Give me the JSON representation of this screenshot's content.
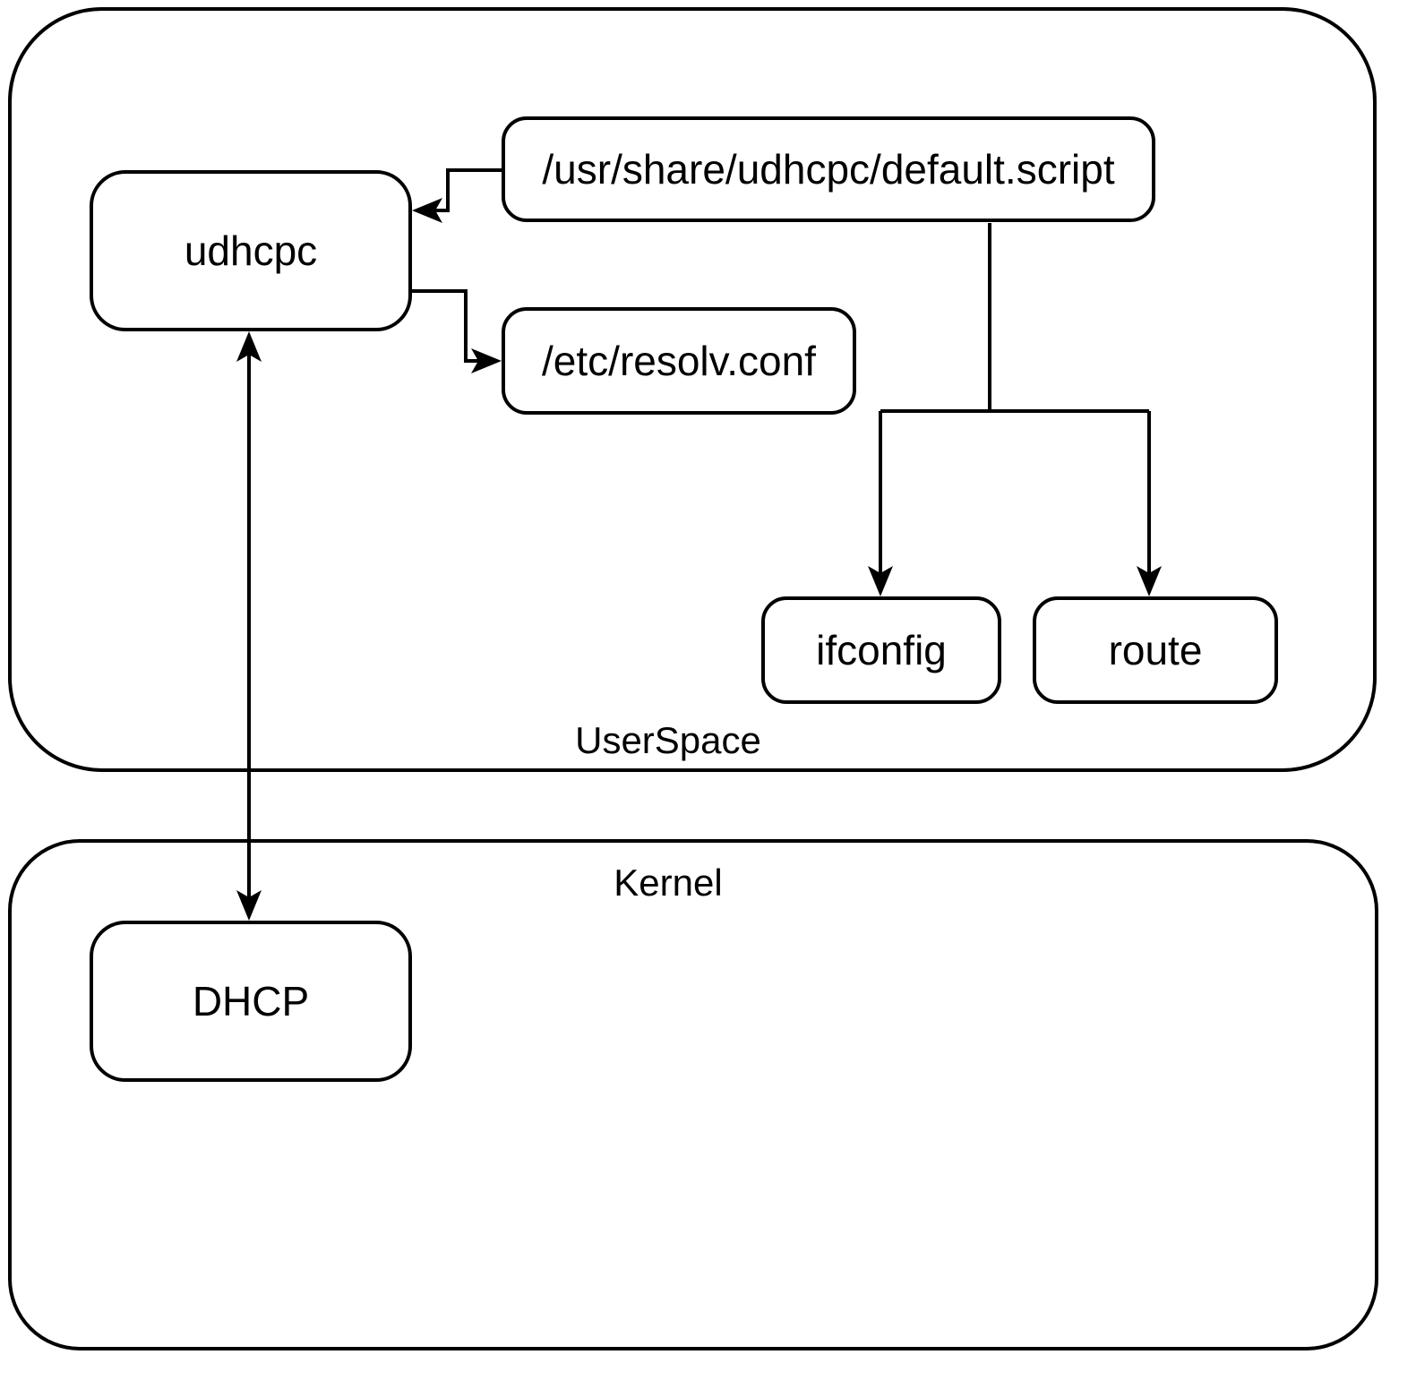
{
  "diagram": {
    "colors": {
      "stroke": "#000000",
      "fill": "#ffffff",
      "text": "#000000",
      "background": "#ffffff"
    },
    "containers": {
      "userspace": {
        "label": "UserSpace"
      },
      "kernel": {
        "label": "Kernel"
      }
    },
    "nodes": {
      "udhcpc": {
        "label": "udhcpc"
      },
      "default_script": {
        "label": "/usr/share/udhcpc/default.script"
      },
      "resolv_conf": {
        "label": "/etc/resolv.conf"
      },
      "ifconfig": {
        "label": "ifconfig"
      },
      "route": {
        "label": "route"
      },
      "dhcp": {
        "label": "DHCP"
      }
    },
    "edges": [
      {
        "from": "default_script",
        "to": "udhcpc",
        "style": "arrow"
      },
      {
        "from": "udhcpc",
        "to": "resolv_conf",
        "style": "arrow"
      },
      {
        "from": "default_script",
        "to": "ifconfig",
        "style": "arrow"
      },
      {
        "from": "default_script",
        "to": "route",
        "style": "arrow"
      },
      {
        "from": "udhcpc",
        "to": "dhcp",
        "style": "double-arrow"
      }
    ]
  }
}
